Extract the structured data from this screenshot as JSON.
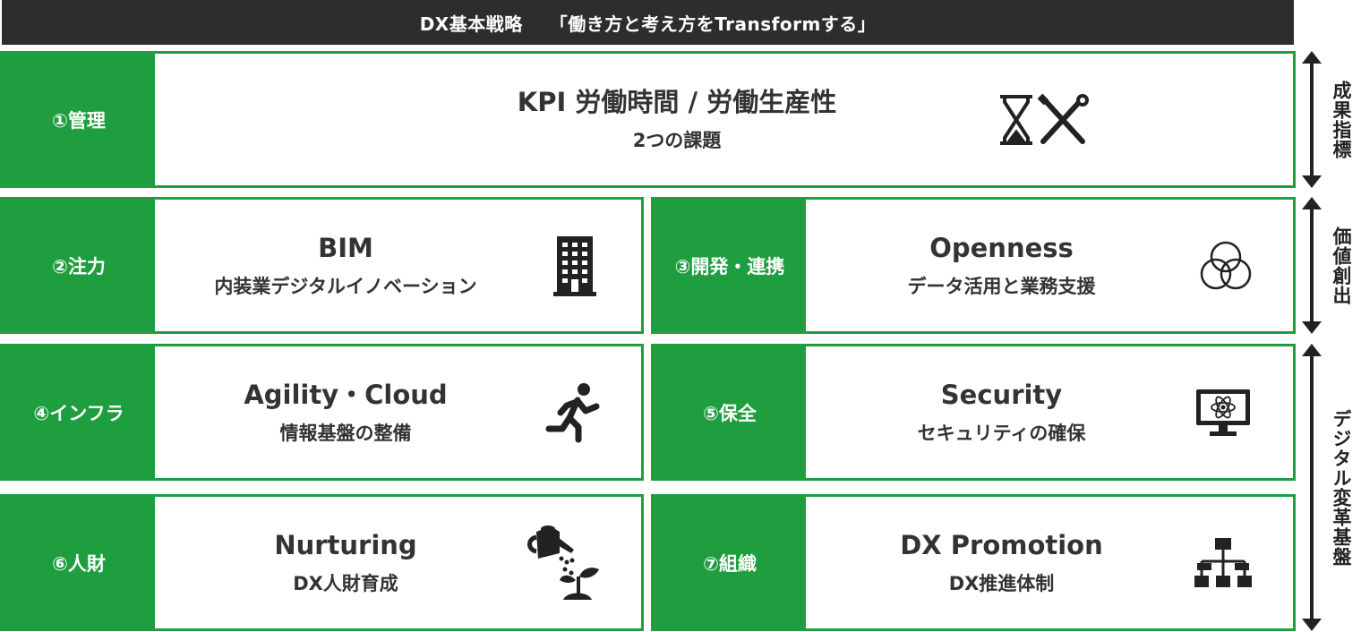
{
  "header": {
    "left": "DX基本戦略",
    "right": "「働き方と考え方をTransformする」"
  },
  "cards": {
    "kpi": {
      "label": "①管理",
      "title": "KPI 労働時間 / 労働生産性",
      "sub": "2つの課題"
    },
    "bim": {
      "label": "②注力",
      "title": "BIM",
      "sub": "内装業デジタルイノベーション"
    },
    "openness": {
      "label": "③開発・連携",
      "title": "Openness",
      "sub": "データ活用と業務支援"
    },
    "agility": {
      "label": "④インフラ",
      "title": "Agility・Cloud",
      "sub": "情報基盤の整備"
    },
    "security": {
      "label": "⑤保全",
      "title": "Security",
      "sub": "セキュリティの確保"
    },
    "nurturing": {
      "label": "⑥人財",
      "title": "Nurturing",
      "sub": "DX人財育成"
    },
    "promotion": {
      "label": "⑦組織",
      "title": "DX Promotion",
      "sub": "DX推進体制"
    }
  },
  "side": {
    "results": "成果指標",
    "value": "価値創出",
    "foundation": "デジタル変革基盤"
  },
  "colors": {
    "green": "#1f9e3f",
    "dark": "#2d2d2d",
    "icon": "#222222"
  },
  "icons": {
    "kpi": [
      "hourglass-icon",
      "tools-icon"
    ],
    "bim": "building-icon",
    "openness": "venn-circles-icon",
    "agility": "runner-icon",
    "security": "monitor-atom-icon",
    "nurturing": "watering-can-icon",
    "promotion": "org-chart-icon"
  }
}
